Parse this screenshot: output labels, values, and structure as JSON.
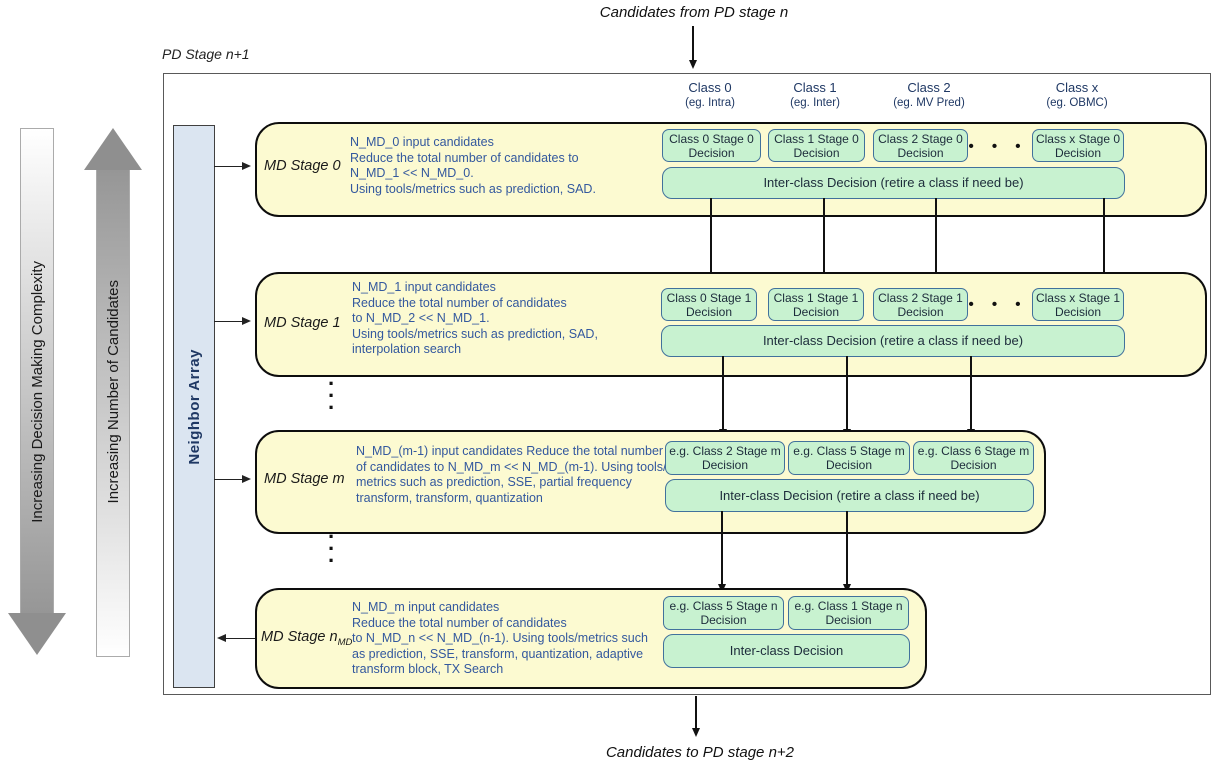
{
  "captions": {
    "input": "Candidates from PD stage n",
    "output": "Candidates to PD stage n+2"
  },
  "outer_label": "PD Stage n+1",
  "neighbor_array": {
    "label": "Neighbor Array"
  },
  "side_arrows": {
    "down_label": "Increasing Decision Making Complexity",
    "up_label": "Increasing Number of Candidates"
  },
  "class_headers": [
    {
      "name": "Class 0",
      "example": "(eg. Intra)"
    },
    {
      "name": "Class 1",
      "example": "(eg. Inter)"
    },
    {
      "name": "Class 2",
      "example": "(eg. MV Pred)"
    },
    {
      "name": "Class x",
      "example": "(eg. OBMC)"
    }
  ],
  "stages": [
    {
      "label": "MD Stage 0",
      "description": "N_MD_0 input candidates\nReduce the total number of candidates to\nN_MD_1 << N_MD_0.\nUsing tools/metrics such as prediction, SAD.",
      "decisions": [
        "Class 0 Stage 0\nDecision",
        "Class 1 Stage 0\nDecision",
        "Class 2 Stage 0\nDecision",
        "Class x Stage 0\nDecision"
      ],
      "inter_class": "Inter-class Decision (retire a class if need be)"
    },
    {
      "label": "MD Stage 1",
      "description": "N_MD_1 input candidates\nReduce the total number of candidates\nto N_MD_2 << N_MD_1.\nUsing tools/metrics such as prediction, SAD,\ninterpolation search",
      "decisions": [
        "Class 0 Stage 1\nDecision",
        "Class 1 Stage 1\nDecision",
        "Class 2 Stage 1\nDecision",
        "Class x Stage 1\nDecision"
      ],
      "inter_class": "Inter-class Decision (retire a class if need be)"
    },
    {
      "label": "MD Stage m",
      "description": "N_MD_(m-1) input candidates Reduce the total number\nof candidates to N_MD_m << N_MD_(m-1). Using tools/\nmetrics such as prediction, SSE, partial frequency\ntransform, transform, quantization",
      "decisions": [
        "e.g. Class 2 Stage m\nDecision",
        "e.g. Class 5 Stage m\nDecision",
        "e.g. Class 6 Stage m\nDecision"
      ],
      "inter_class": "Inter-class Decision (retire a class if need be)"
    },
    {
      "label": "MD Stage n",
      "label_subscript": "MD",
      "description": "N_MD_m input candidates\nReduce the total number of candidates\nto N_MD_n << N_MD_(n-1). Using tools/metrics such\nas prediction, SSE, transform, quantization, adaptive\ntransform block, TX Search",
      "decisions": [
        "e.g. Class 5 Stage n\nDecision",
        "e.g. Class 1 Stage n\nDecision"
      ],
      "inter_class": "Inter-class Decision"
    }
  ],
  "ellipsis": {
    "horizontal": "• • •",
    "vertical": "·\n·\n·"
  },
  "colors": {
    "stage_fill": "#fcfad1",
    "stage_border": "#0d0d0d",
    "decision_fill": "#c8f2d0",
    "decision_border": "#41719c",
    "description_text": "#33589e",
    "header_text": "#1f3864",
    "neighbor_fill": "#dbe5f1",
    "outer_border": "#595959",
    "side_arrow_gray": "#8f8f8f"
  }
}
